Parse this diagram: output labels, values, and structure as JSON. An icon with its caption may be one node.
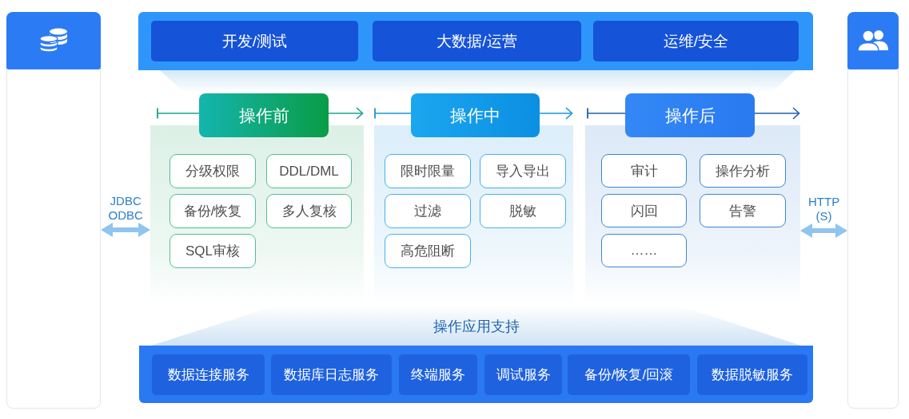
{
  "diagram": {
    "nodes": [
      {
        "text": [],
        "shape": "box"
      },
      {
        "text": [],
        "shape": "bar"
      },
      {
        "text": [
          "开发/测试"
        ],
        "in": 1
      },
      {
        "text": [
          "大数据/运营"
        ],
        "in": 1
      },
      {
        "text": [
          "运维/安全"
        ],
        "in": 1
      },
      {
        "text": [
          "操作前"
        ]
      },
      {
        "text": [
          "分级权限"
        ],
        "in": 5
      },
      {
        "text": [
          "DDL/DML"
        ],
        "in": 5
      },
      {
        "text": [
          "备份/恢复"
        ],
        "in": 5
      },
      {
        "text": [
          "多人复核"
        ],
        "in": 5
      },
      {
        "text": [
          "SQL审核"
        ],
        "in": 5
      },
      {
        "text": [
          "操作中"
        ]
      },
      {
        "text": [
          "限时限量"
        ],
        "in": 11
      },
      {
        "text": [
          "导入导出"
        ],
        "in": 11
      },
      {
        "text": [
          "过滤"
        ],
        "in": 11
      },
      {
        "text": [
          "脱敏"
        ],
        "in": 11
      },
      {
        "text": [
          "高危阻断"
        ],
        "in": 11
      },
      {
        "text": [
          "操作后"
        ]
      },
      {
        "text": [
          "审计"
        ],
        "in": 17
      },
      {
        "text": [
          "操作分析"
        ],
        "in": 17
      },
      {
        "text": [
          "闪回"
        ],
        "in": 17
      },
      {
        "text": [
          "告警"
        ],
        "in": 17
      },
      {
        "text": [
          "……"
        ],
        "in": 17
      },
      {
        "text": [],
        "shape": "box"
      },
      {
        "text": [
          "操作应用支持"
        ]
      },
      {
        "text": [
          "数据连接服务"
        ],
        "in": 24
      },
      {
        "text": [
          "数据库日志服务"
        ],
        "in": 24
      },
      {
        "text": [
          "终端服务"
        ],
        "in": 24
      },
      {
        "text": [
          "调试服务"
        ],
        "in": 24
      },
      {
        "text": [
          "备份/恢复/回滚"
        ],
        "in": 24
      },
      {
        "text": [
          "数据脱敏服务"
        ],
        "in": 24
      }
    ],
    "edges": [
      {
        "from": 0,
        "to": 5,
        "arrow": "both",
        "label": "JDBC ODBC"
      },
      {
        "from": 17,
        "to": 23,
        "arrow": "both",
        "label": "HTTP (S)"
      }
    ]
  }
}
